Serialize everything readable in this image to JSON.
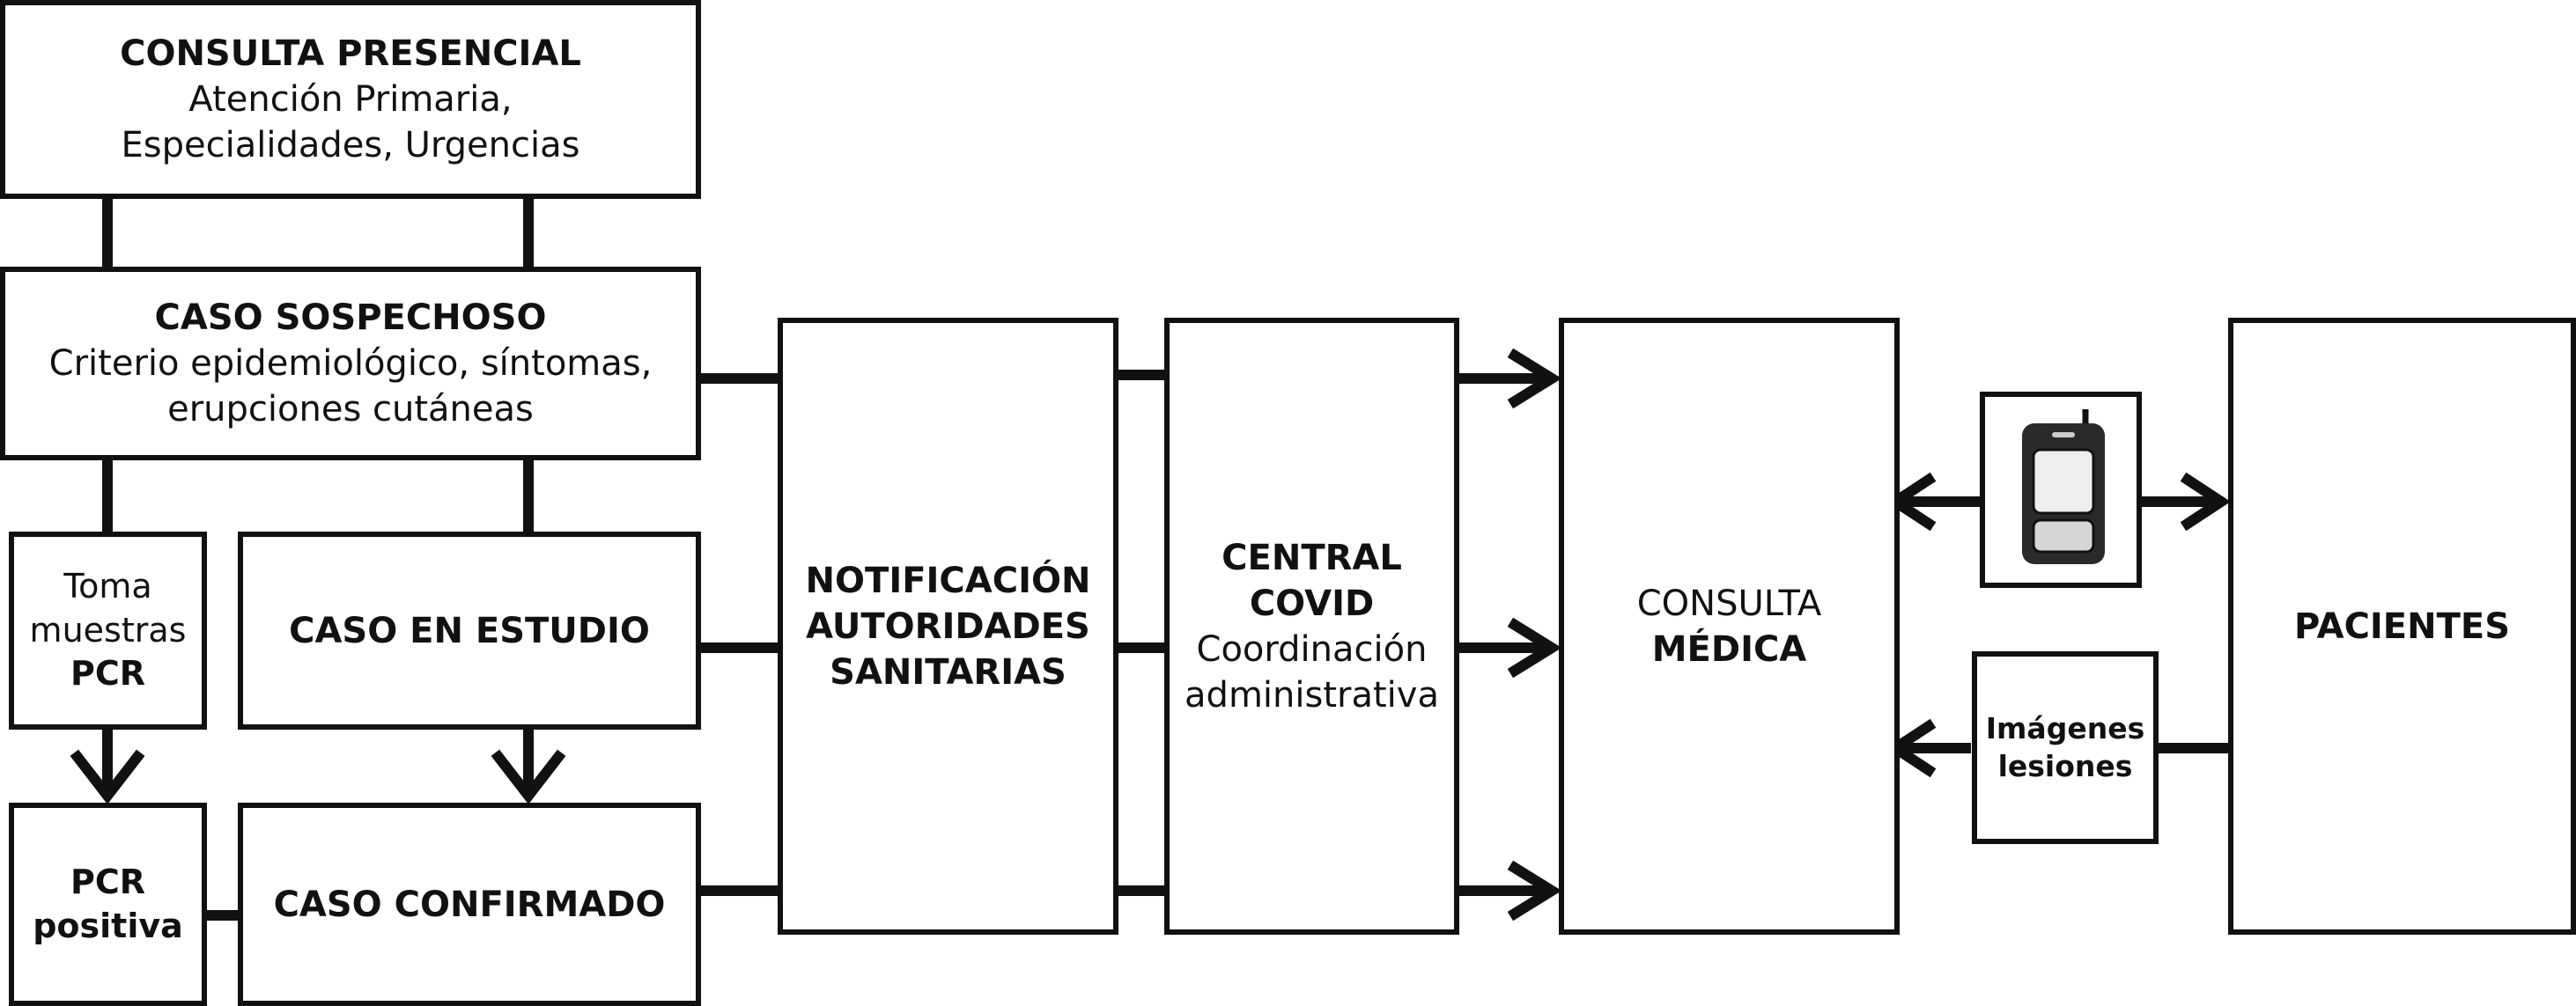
{
  "consulta_presencial": {
    "title": "CONSULTA PRESENCIAL",
    "line1": "Atención Primaria,",
    "line2": "Especialidades, Urgencias"
  },
  "caso_sospechoso": {
    "title": "CASO SOSPECHOSO",
    "line1": "Criterio epidemiológico, síntomas,",
    "line2": "erupciones cutáneas"
  },
  "toma_muestras": {
    "line1": "Toma",
    "line2": "muestras",
    "line3": "PCR"
  },
  "caso_estudio": {
    "title": "CASO EN ESTUDIO"
  },
  "pcr_positiva": {
    "line1": "PCR",
    "line2": "positiva"
  },
  "caso_confirmado": {
    "title": "CASO CONFIRMADO"
  },
  "notificacion": {
    "line1": "NOTIFICACIÓN",
    "line2": "AUTORIDADES",
    "line3": "SANITARIAS"
  },
  "central_covid": {
    "line1": "CENTRAL",
    "line2": "COVID",
    "line3": "Coordinación",
    "line4": "administrativa"
  },
  "consulta_medica": {
    "line1": "CONSULTA",
    "line2": "MÉDICA"
  },
  "imagenes": {
    "line1": "Imágenes",
    "line2": "lesiones"
  },
  "pacientes": {
    "title": "PACIENTES"
  },
  "icons": {
    "phone": "mobile-phone-icon"
  },
  "colors": {
    "stroke": "#111111",
    "background": "#ffffff"
  }
}
